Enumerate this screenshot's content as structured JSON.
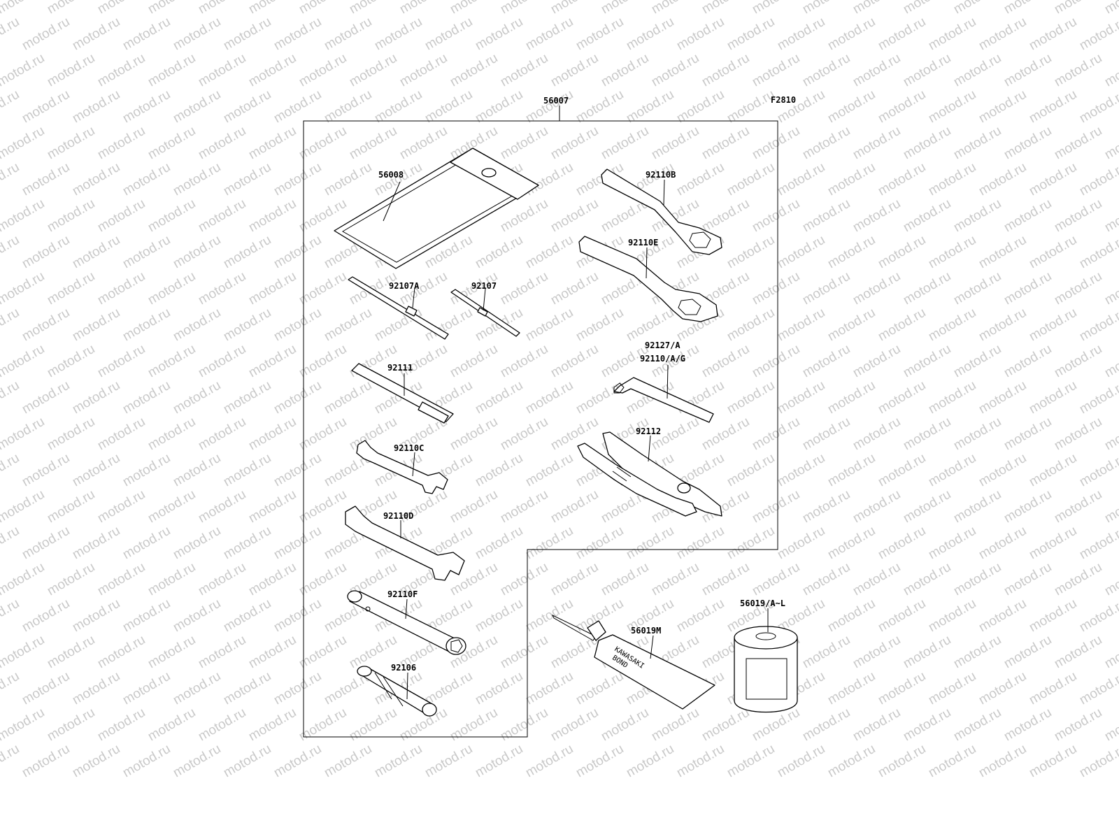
{
  "watermark": "motod.ru",
  "figure_code": "F2810",
  "assembly": "56007",
  "callouts": {
    "pouch": "56008",
    "screwdriver_a": "92107A",
    "screwdriver": "92107",
    "handle": "92111",
    "wrench_c": "92110C",
    "wrench_d": "92110D",
    "socket_f": "92110F",
    "adapter": "92106",
    "ring_b": "92110B",
    "ring_e": "92110E",
    "hexkey_1": "92127/A",
    "hexkey_2": "92110/A/G",
    "pliers": "92112",
    "bond": "56019M",
    "can": "56019/A~L"
  },
  "tube_text": [
    "KAWASAKI",
    "BOND"
  ]
}
